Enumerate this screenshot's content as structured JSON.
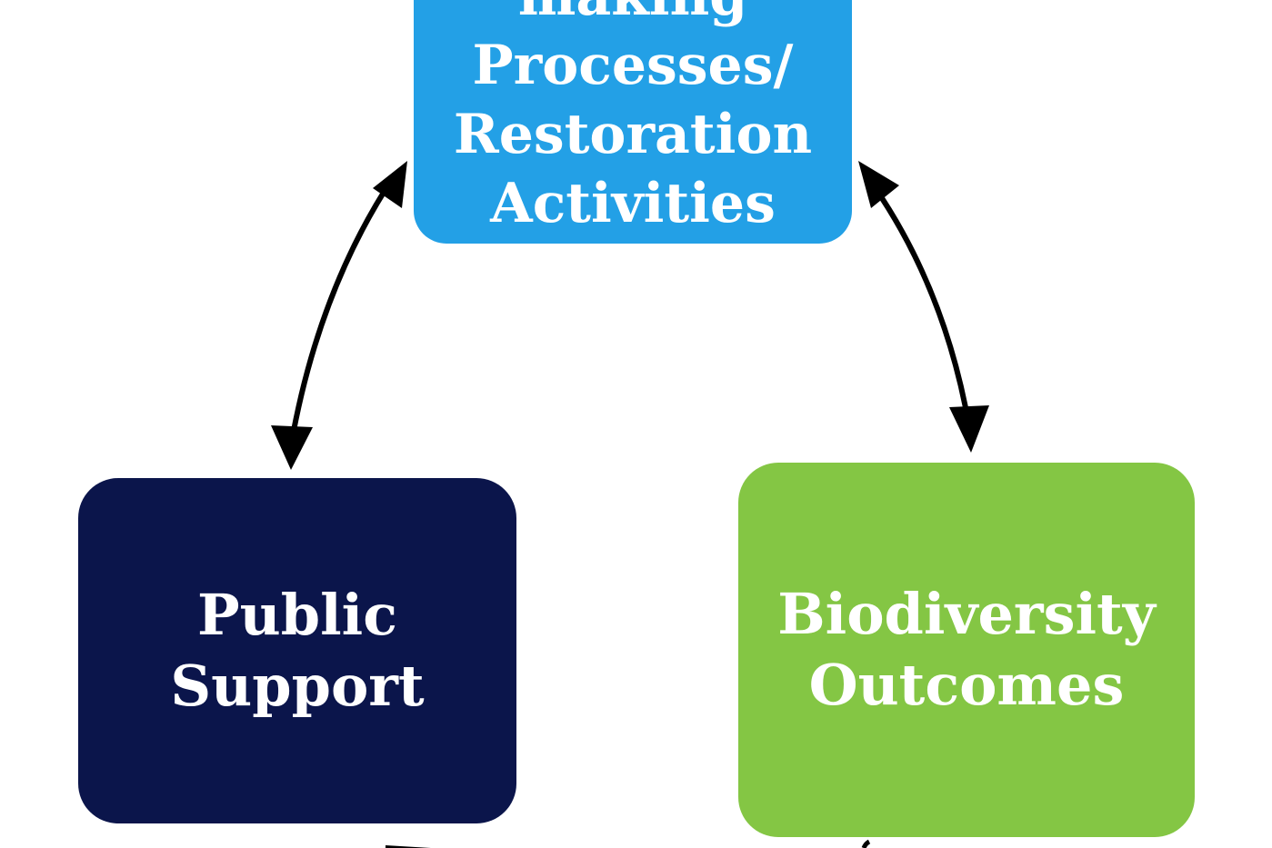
{
  "colors": {
    "top_box": "#23a0e6",
    "left_box": "#0b154b",
    "right_box": "#84c644",
    "arrow": "#000000",
    "text": "#ffffff"
  },
  "nodes": {
    "top": {
      "lines": [
        "making",
        "Processes/",
        "Restoration",
        "Activities"
      ]
    },
    "left": {
      "lines": [
        "Public",
        "Support"
      ]
    },
    "right": {
      "lines": [
        "Biodiversity",
        "Outcomes"
      ]
    }
  },
  "connections": [
    {
      "from": "top",
      "to": "left",
      "direction": "bidirectional"
    },
    {
      "from": "top",
      "to": "right",
      "direction": "bidirectional"
    },
    {
      "from": "left",
      "to": "right",
      "direction": "bidirectional"
    }
  ]
}
